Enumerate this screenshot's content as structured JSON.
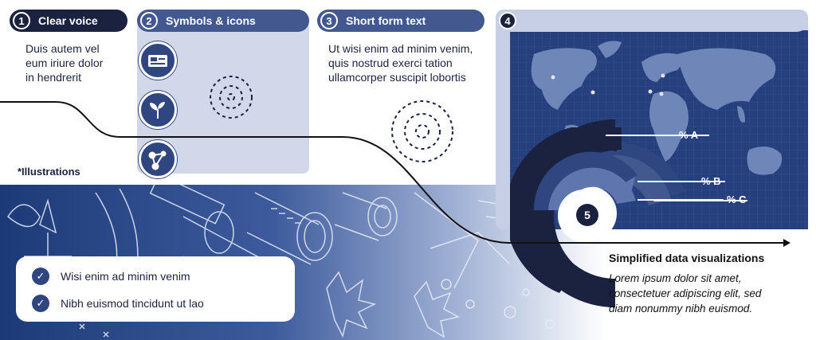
{
  "sections": [
    {
      "number": "1",
      "title": "Clear voice",
      "text_lines": [
        "Duis autem vel",
        "eum iriure dolor",
        "in hendrerit"
      ]
    },
    {
      "number": "2",
      "title": "Symbols & icons"
    },
    {
      "number": "3",
      "title": "Short form text",
      "text_lines": [
        "Ut wisi enim ad minim venim,",
        "quis nostrud exerci tation",
        "ullamcorper suscipit lobortis"
      ]
    },
    {
      "number": "4"
    }
  ],
  "illustrations_label": "*Illustrations",
  "checklist": [
    "Wisi enim ad minim venim",
    "Nibh euismod tincidunt ut lao"
  ],
  "data_viz": {
    "number": "5",
    "labels": [
      "% A",
      "% B",
      "% C"
    ],
    "title": "Simplified data visualizations",
    "text_lines": [
      "Lorem ipsum dolor sit amet,",
      "consectetuer adipiscing elit, sed",
      "diam nonummy nibh euismod."
    ]
  },
  "colors": {
    "navy": "#1b2240",
    "blue": "#2f4680",
    "mid": "#42588f",
    "light": "#d2d8ea"
  },
  "icons": [
    "id-card-icon",
    "plant-icon",
    "network-icon"
  ]
}
